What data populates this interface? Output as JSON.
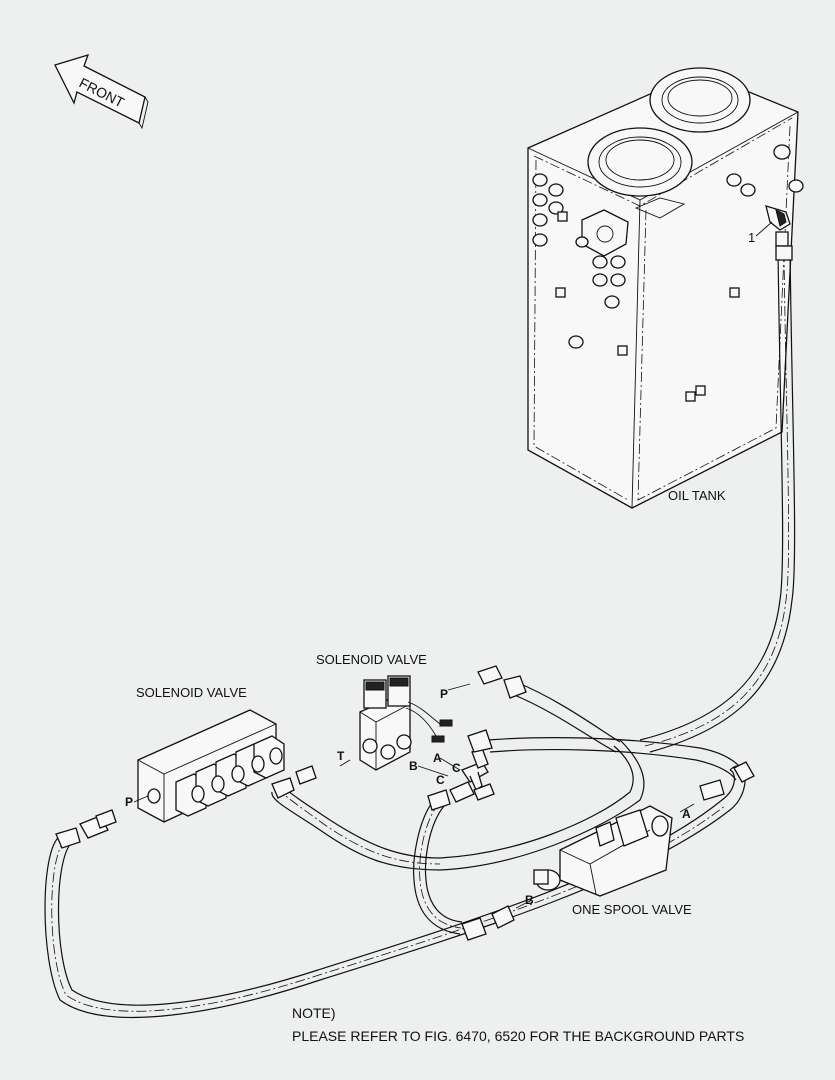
{
  "orientation": {
    "label": "FRONT",
    "icon": "front-arrow-icon"
  },
  "components": {
    "oil_tank": "OIL TANK",
    "solenoid_valve_upper": "SOLENOID VALVE",
    "solenoid_valve_lower": "SOLENOID VALVE",
    "one_spool_valve": "ONE SPOOL VALVE"
  },
  "callouts": {
    "item_1": "1"
  },
  "ports": {
    "p_upper": "P",
    "t_upper": "T",
    "a_upper": "A",
    "b_upper": "B",
    "c_upper_1": "C",
    "c_upper_2": "C",
    "p_lower": "P",
    "a_spool": "A",
    "b_spool": "B"
  },
  "note": {
    "heading": "NOTE)",
    "text": "PLEASE REFER TO FIG. 6470, 6520 FOR THE BACKGROUND PARTS"
  }
}
